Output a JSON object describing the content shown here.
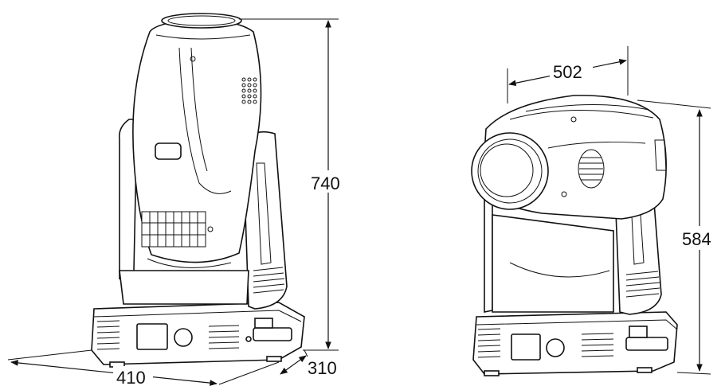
{
  "dimensions": {
    "height_upright": "740",
    "width_base": "410",
    "depth_base": "310",
    "width_top": "502",
    "height_tilted": "584"
  }
}
